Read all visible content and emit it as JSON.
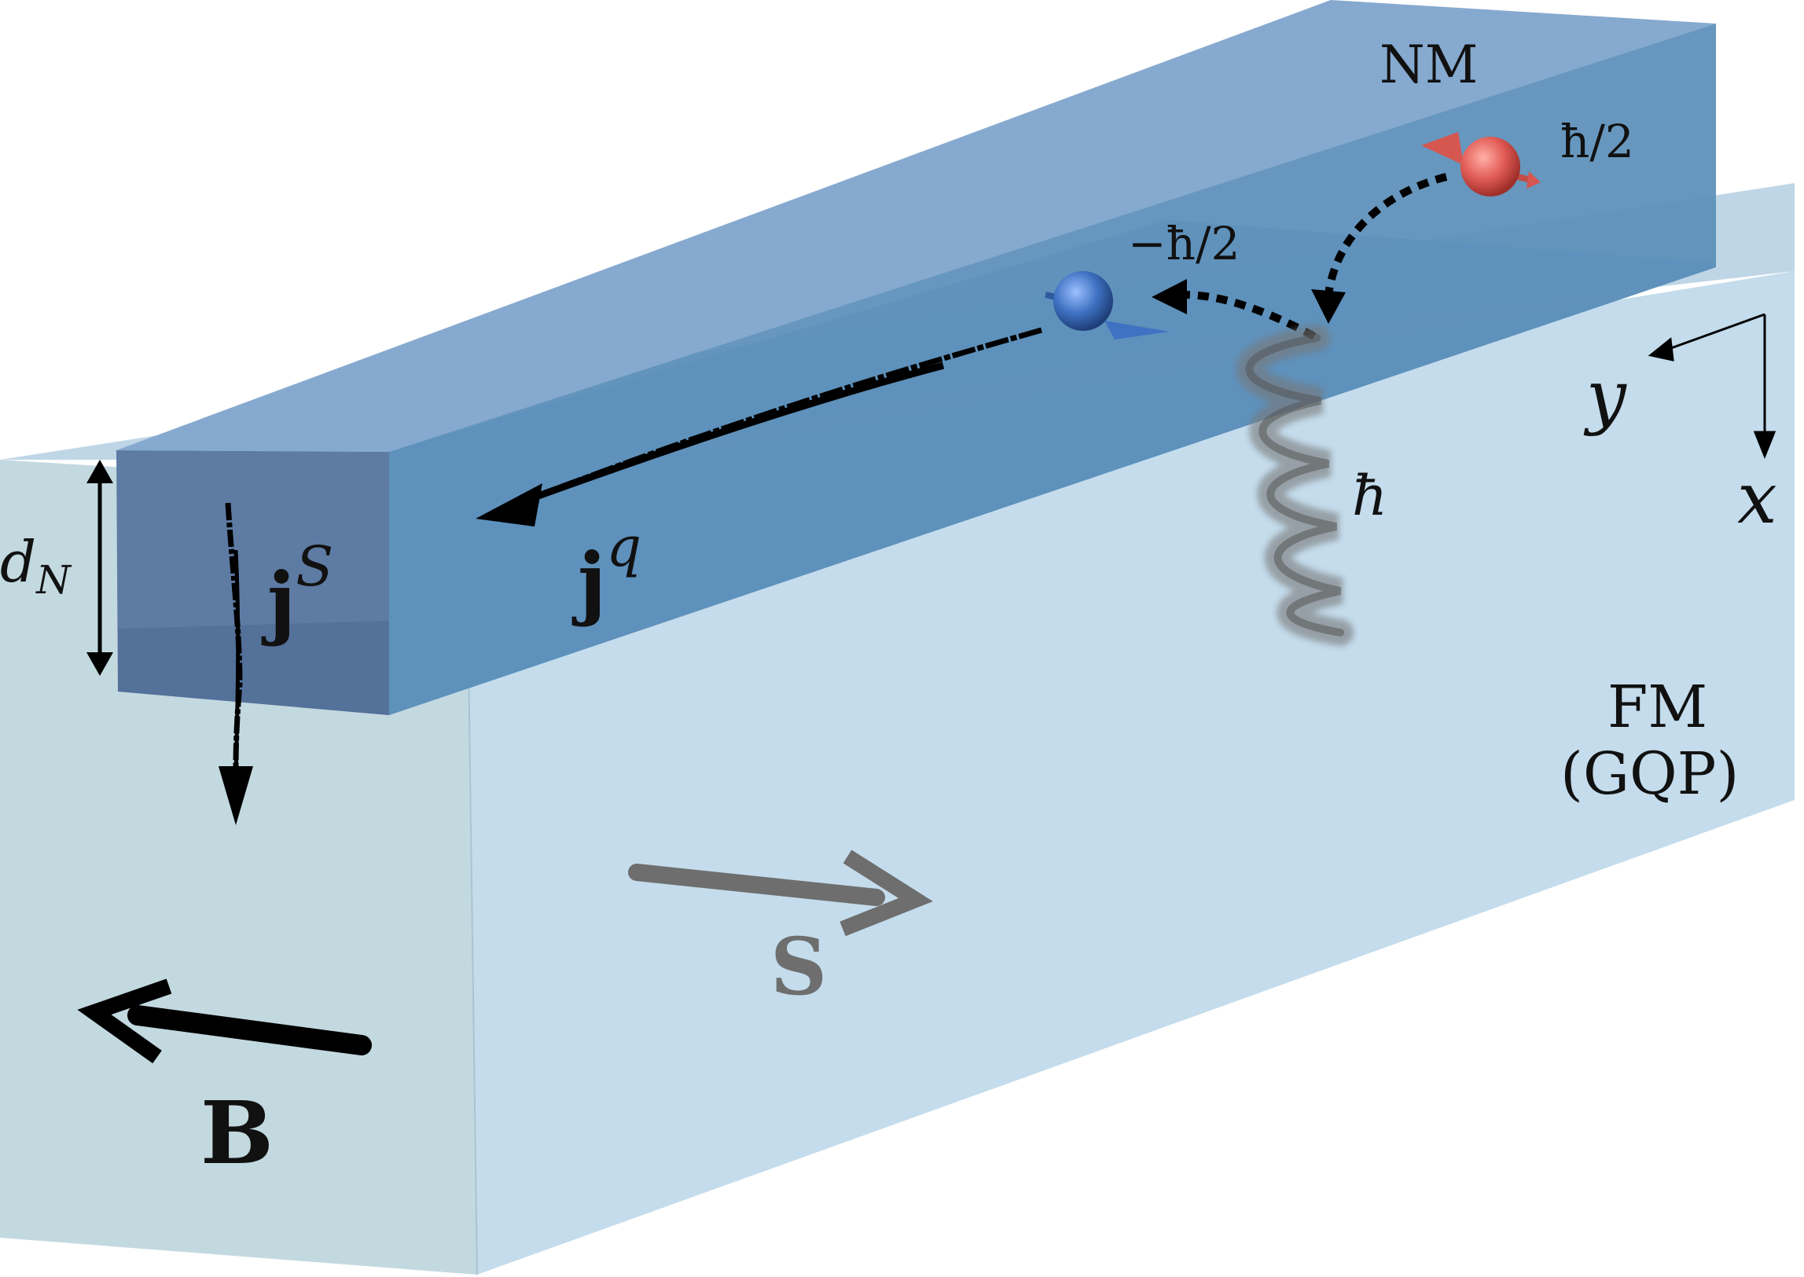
{
  "labels": {
    "nm": "NM",
    "hbar_half": "ħ/2",
    "minus_hbar_half": "−ħ/2",
    "hbar": "ħ",
    "axis_y": "y",
    "axis_x": "x",
    "thickness_d": "d",
    "thickness_sub": "N",
    "spin_current_j": "j",
    "spin_current_sup": "S",
    "charge_current_j": "j",
    "charge_current_sup": "q",
    "fm": "FM",
    "gqp": "(GQP)",
    "spin_s": "S",
    "field_b": "B"
  },
  "colors": {
    "nm_front": "#5e7ba4",
    "nm_top": "#86a9cf",
    "nm_side": "#5a8eb8",
    "fm_front": "#c3d9e0",
    "fm_top": "#bfd6e6",
    "fm_side": "#c4dcec",
    "spin_up": "#e25c56",
    "spin_down": "#3f72c2",
    "spin_vector": "#6e6e6e"
  }
}
